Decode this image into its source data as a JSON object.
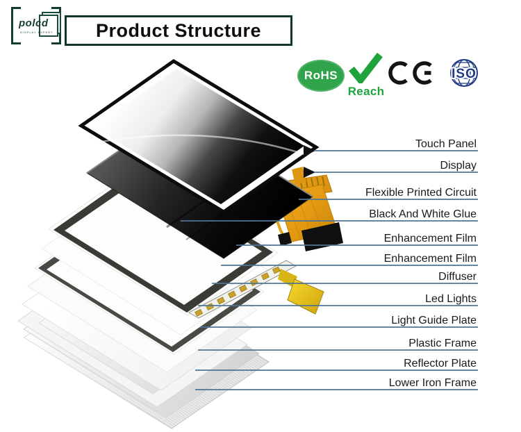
{
  "logo": {
    "brand": "polcd",
    "tagline": "DISPLAY EXPERT"
  },
  "title": "Product Structure",
  "badges": {
    "rohs": "RoHS",
    "reach": "Reach",
    "ce": "CE",
    "iso": "ISO"
  },
  "diagram": {
    "layer_labels": [
      "Touch Panel",
      "Display",
      "Flexible Printed Circuit",
      "Black And White Glue",
      "Enhancement Film",
      "Enhancement Film",
      "Diffuser",
      "Led Lights",
      "Light Guide Plate",
      "Plastic Frame",
      "Reflector Plate",
      "Lower Iron Frame"
    ],
    "colors": {
      "label_line": "#4f7596",
      "accent_green": "#1fa33c",
      "rohs_green": "#2fa44b",
      "brand_green": "#133c32",
      "iso_navy": "#203a87"
    }
  }
}
